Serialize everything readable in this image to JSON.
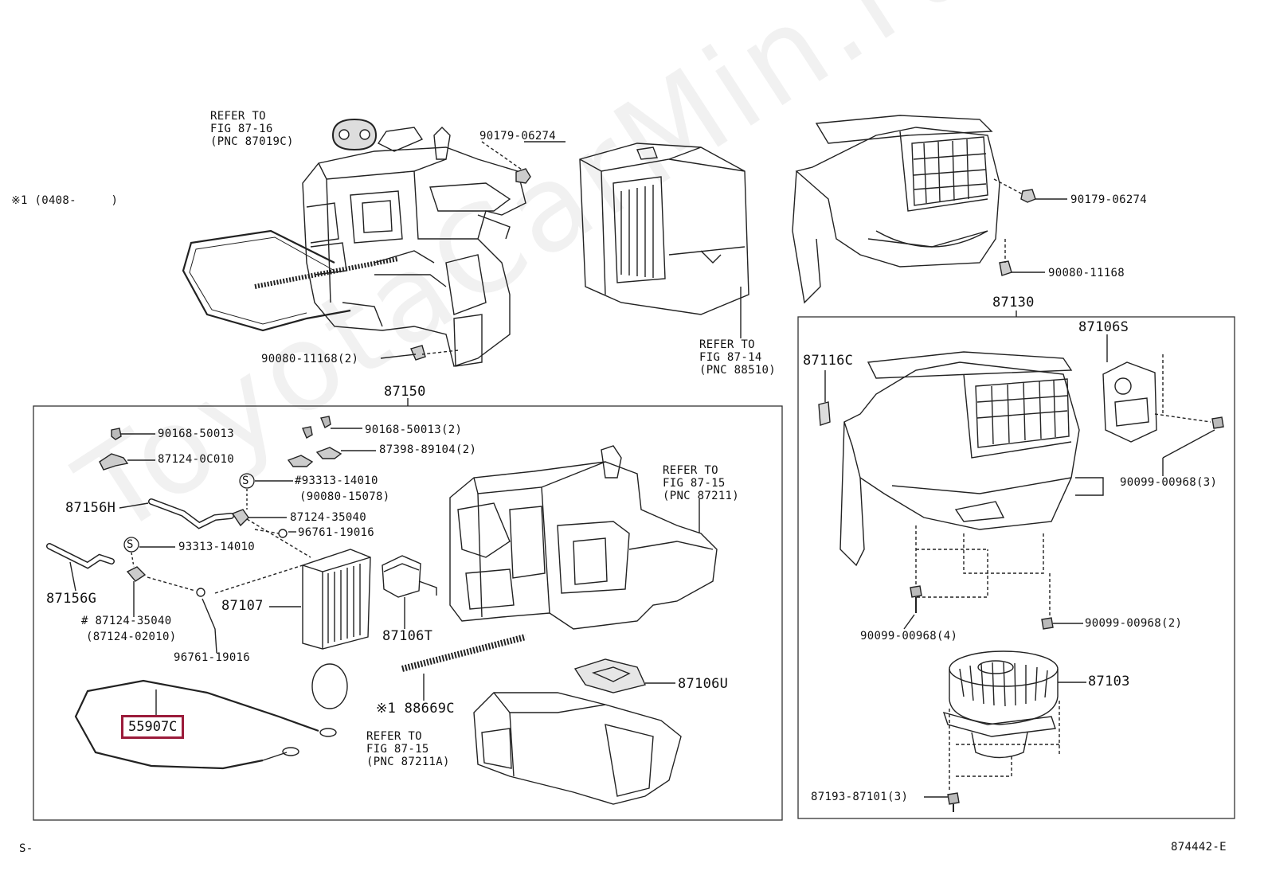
{
  "watermark": "ToyotaCarMin.ru",
  "footer": {
    "left": "S-",
    "right": "874442-E"
  },
  "note_mark": "※1 (0408-     )",
  "groups": {
    "g87150": "87150",
    "g87130": "87130"
  },
  "labels": {
    "refer1": "REFER TO\nFIG 87-16\n(PNC 87019C)",
    "p9017906274a": "90179-06274",
    "p9008011168_2": "90080-11168(2)",
    "refer2": "REFER TO\nFIG 87-14\n(PNC 88510)",
    "p9017906274b": "90179-06274",
    "p9008011168": "90080-11168",
    "p9016850013": "90168-50013",
    "p871240C010": "87124-0C010",
    "p9016850013_2": "90168-50013(2)",
    "p8739889104_2": "87398-89104(2)",
    "p9331314010a": "#93313-14010",
    "p9008015078": "(90080-15078)",
    "p87156H": "87156H",
    "p8712435040a": "87124-35040",
    "p9676119016a": "96761-19016",
    "p9331314010b": "93313-14010",
    "p87156G": "87156G",
    "p8712435040b": "# 87124-35040",
    "p8712402010": "(87124-02010)",
    "p87107": "87107",
    "p9676119016b": "96761-19016",
    "p87106T": "87106T",
    "refer3": "REFER TO\nFIG 87-15\n(PNC 87211)",
    "p88669C": "※1 88669C",
    "p87106U": "87106U",
    "refer4": "REFER TO\nFIG 87-15\n(PNC 87211A)",
    "p55907C": "55907C",
    "p87116C": "87116C",
    "p87106S": "87106S",
    "p9009900968_3": "90099-00968(3)",
    "p9009900968_4": "90099-00968(4)",
    "p9009900968_2": "90099-00968(2)",
    "p87103": "87103",
    "p8719387101_3": "87193-87101(3)",
    "s1": "S",
    "s2": "S"
  }
}
